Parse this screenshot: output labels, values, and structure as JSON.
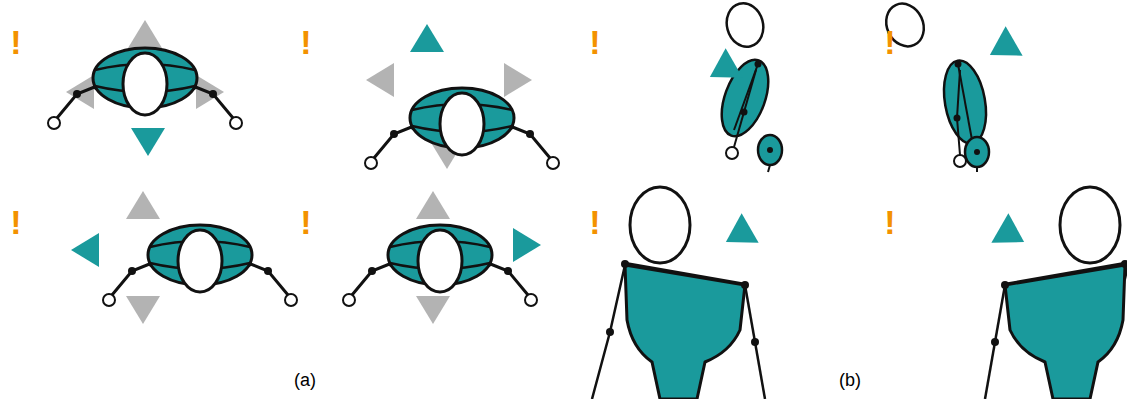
{
  "diagram": {
    "labels": [
      "!",
      "!",
      "!",
      "!",
      "!",
      "!",
      "!",
      "!",
      "(a)",
      "(b)"
    ]
  }
}
